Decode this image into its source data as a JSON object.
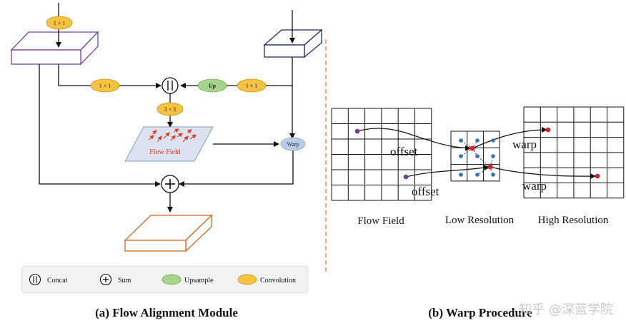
{
  "module": {
    "conv_top": "1 × 1",
    "conv_left": "1 × 1",
    "conv_right": "1 × 1",
    "upsample": "Up",
    "conv_3x3": "3 × 3",
    "flow_field": "Flow Field",
    "warp": "Warp"
  },
  "legend": {
    "concat": "Concat",
    "sum": "Sum",
    "upsample": "Upsample",
    "convolution": "Convolution"
  },
  "captions": {
    "left": "(a) Flow Alignment Module",
    "right": "(b) Warp Procedure"
  },
  "warp_panel": {
    "offset_top": "offset",
    "offset_bottom": "offset",
    "warp_top": "warp",
    "warp_bottom": "warp",
    "flow_field": "Flow Field",
    "low_resolution": "Low Resolution",
    "high_resolution": "High Resolution"
  },
  "watermark": "知乎 @深蓝学院",
  "colors": {
    "purple_block": "#7b3fa8",
    "navy_block": "#1f2a6e",
    "orange_block": "#d2691e",
    "conv_oval": "#f5c242",
    "up_oval": "#a6d58a",
    "warp_oval": "#b9cbea",
    "flow_panel": "#dbe3f1",
    "flow_arrow": "#e53a1e",
    "divider": "#e8833a",
    "red_point": "#e02020",
    "purple_point": "#6a3d9a",
    "blue_point": "#3a6fb8"
  }
}
